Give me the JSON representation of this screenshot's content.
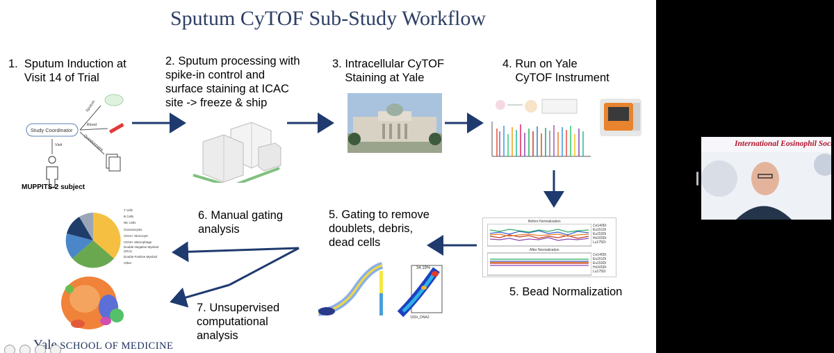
{
  "slide": {
    "title": "Sputum CyTOF Sub-Study Workflow",
    "steps": {
      "s1": "1.  Sputum Induction at\n     Visit 14 of Trial",
      "s2": "2. Sputum processing with\nspike-in control and\nsurface staining at ICAC\nsite -> freeze & ship",
      "s3": "3. Intracellular CyTOF\n    Staining at Yale",
      "s4": "4. Run on Yale\n    CyTOF Instrument",
      "s5a": "5. Gating to remove\ndoublets, debris,\ndead cells",
      "s5b": "5. Bead Normalization",
      "s6": "6. Manual gating\nanalysis",
      "s7": "7. Unsupervised\ncomputational\nanalysis"
    },
    "diagram1": {
      "coordinator": "Study Coordinator",
      "subject": "MUPPITS-2 subject",
      "edges": [
        "Sputum",
        "Blood",
        "Questionnaire",
        "Visit"
      ]
    },
    "bead_panel": {
      "before_title": "Before Normalization",
      "after_title": "After Normalization",
      "legend": [
        "Ce140Di",
        "Eu151Di",
        "Eu153Di",
        "Ho165Di",
        "Lu175Di"
      ]
    },
    "pie_panel": {
      "legend": [
        "T cells",
        "B Cells",
        "NK Cells",
        "Granulocytes",
        "CD14+ Monocyte",
        "CD16+ Macrophage",
        "Double Negative Myeloid (DCs)",
        "Double Positive Myeloid",
        "Other"
      ]
    },
    "gating": {
      "percent": "34.19%",
      "xaxis": "193Ir_DNA2"
    },
    "logo": {
      "primary": "Yale",
      "secondary": "SCHOOL OF MEDICINE"
    }
  },
  "video": {
    "banner": "International Eosinophil Soci"
  },
  "colors": {
    "title": "#2d3e63",
    "arrow": "#1f3a6e",
    "yale": "#1c2e5a"
  }
}
